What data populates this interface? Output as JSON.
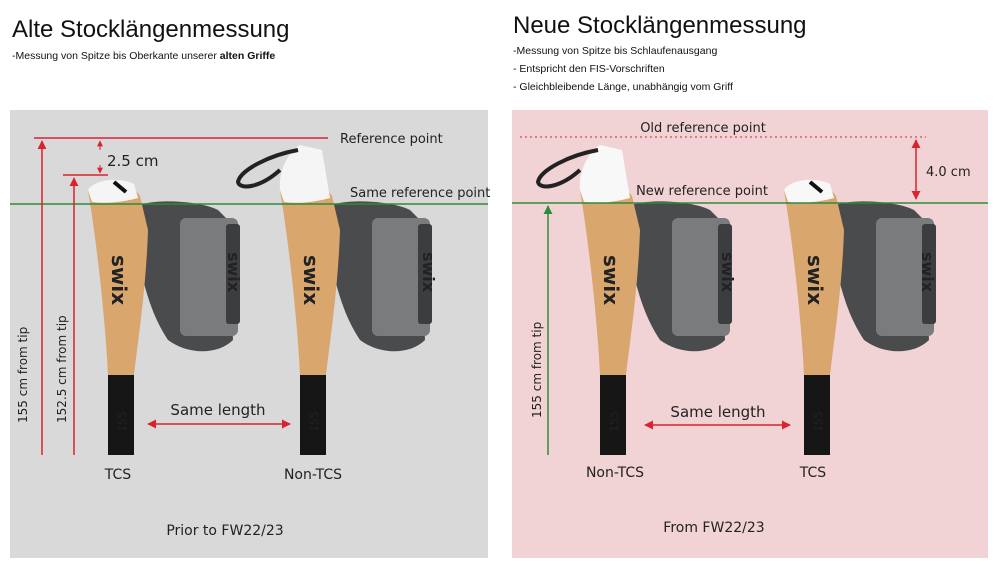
{
  "left": {
    "title": "Alte Stocklängenmessung",
    "subtitle_prefix": "-Messung von Spitze bis Oberkante unserer ",
    "subtitle_bold": "alten Griffe",
    "reference_point": "Reference point",
    "same_reference_point": "Same reference point",
    "offset": "2.5 cm",
    "length_outer": "155 cm from tip",
    "length_inner": "152.5 cm from tip",
    "same_length": "Same length",
    "pole_a": "TCS",
    "pole_b": "Non-TCS",
    "shaft_label": "155",
    "brand": "swix",
    "caption": "Prior to FW22/23",
    "bg": "#d9d9d9"
  },
  "right": {
    "title": "Neue Stocklängenmessung",
    "bullets": [
      "-Messung von Spitze bis Schlaufenausgang",
      "- Entspricht den FIS-Vorschriften",
      "- Gleichbleibende Länge, unabhängig vom Griff"
    ],
    "old_reference_point": "Old reference point",
    "new_reference_point": "New reference point",
    "offset": "4.0 cm",
    "length": "155 cm from tip",
    "same_length": "Same length",
    "pole_a": "Non-TCS",
    "pole_b": "TCS",
    "shaft_label": "155",
    "brand": "swix",
    "caption": "From FW22/23",
    "bg": "#f2d3d5"
  },
  "colors": {
    "red": "#d9232e",
    "green": "#2e8b3a",
    "cork": "#d9a66e",
    "strap": "#4a4b4d",
    "box": "#7a7b7d"
  }
}
